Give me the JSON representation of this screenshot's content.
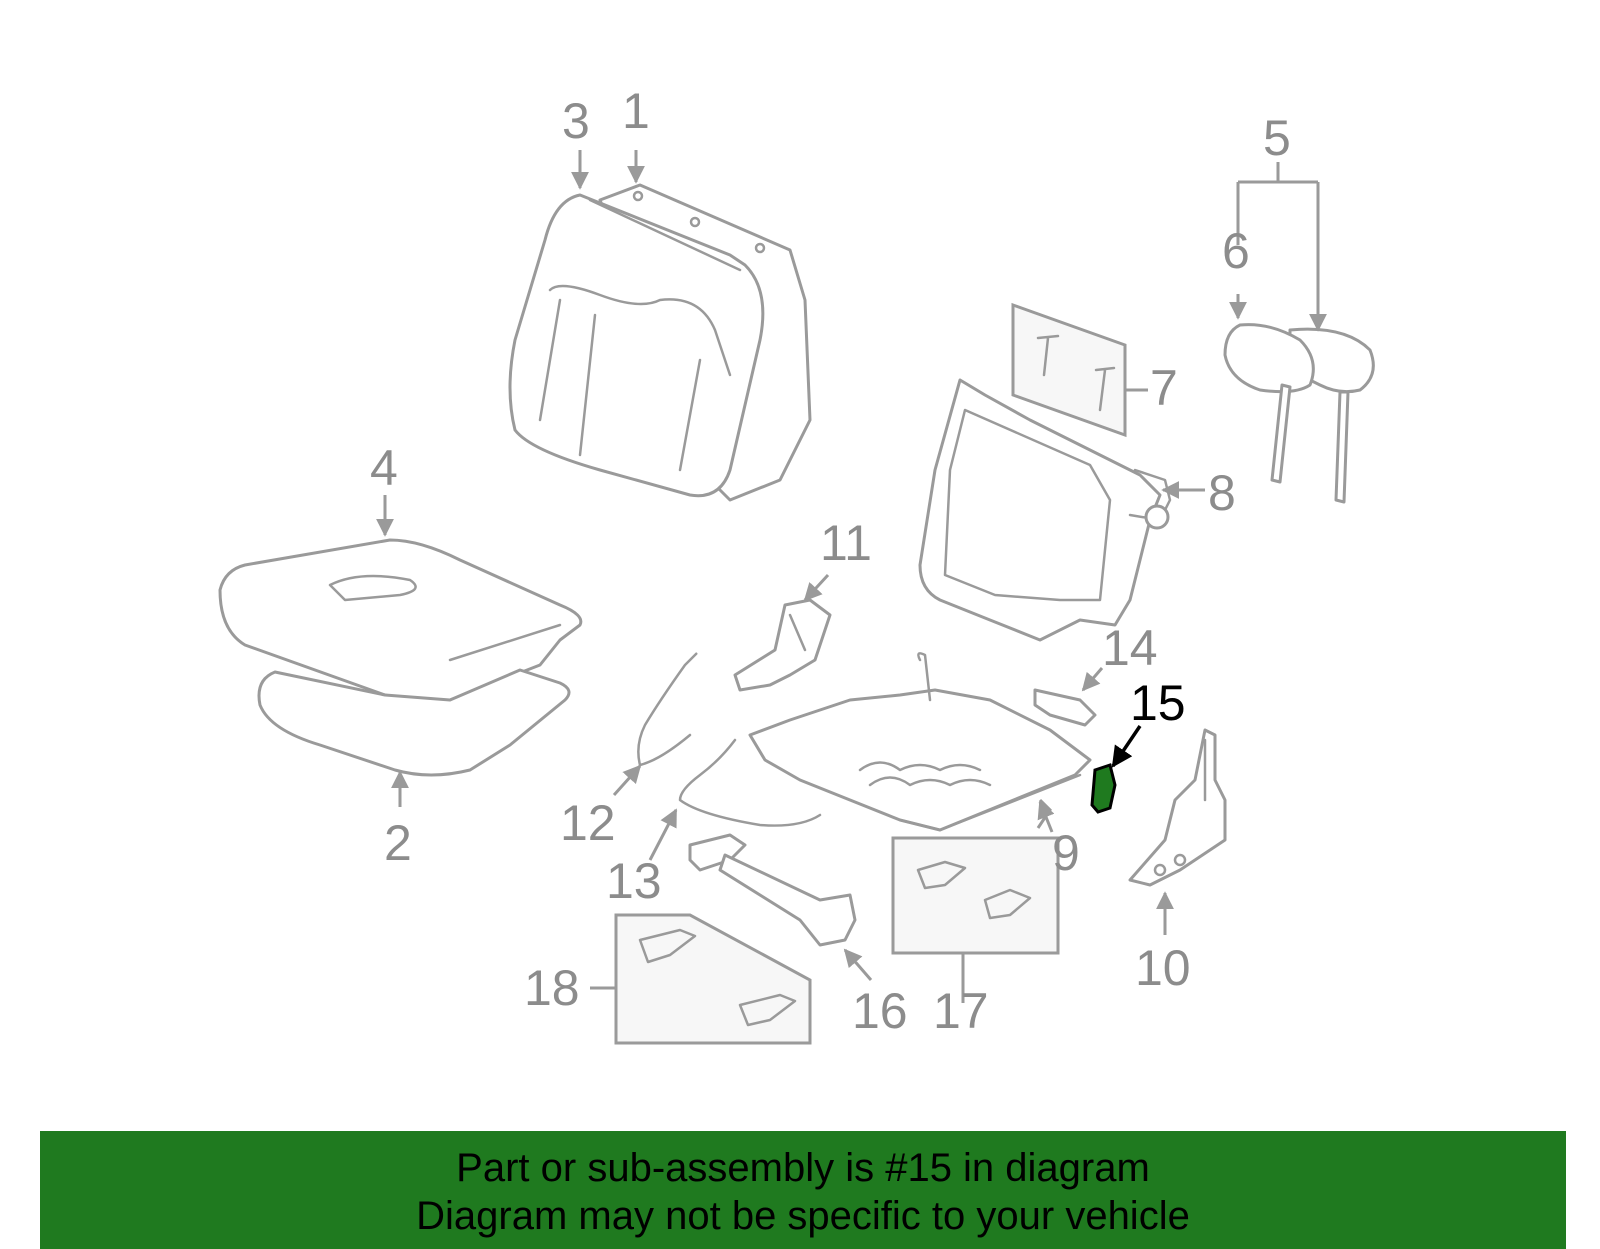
{
  "diagram": {
    "labels": {
      "p1": "1",
      "p2": "2",
      "p3": "3",
      "p4": "4",
      "p5": "5",
      "p6": "6",
      "p7": "7",
      "p8": "8",
      "p9": "9",
      "p10": "10",
      "p11": "11",
      "p12": "12",
      "p13": "13",
      "p14": "14",
      "p15": "15",
      "p16": "16",
      "p17": "17",
      "p18": "18"
    },
    "highlighted_part": "15",
    "colors": {
      "highlight": "#1f7a1f",
      "line_art": "#9a9a9a",
      "label": "#8c8c8c",
      "highlight_label": "#000000"
    }
  },
  "banner": {
    "line1": "Part or sub-assembly is #15 in diagram",
    "line2": "Diagram may not be specific to your vehicle",
    "color": "#1f7a1f"
  }
}
